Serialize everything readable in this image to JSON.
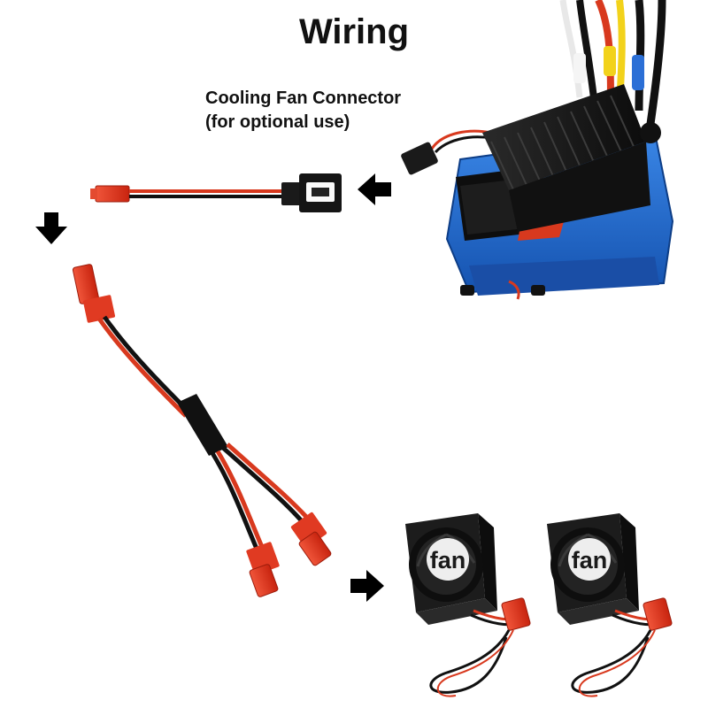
{
  "title": "Wiring",
  "caption": {
    "line1": "Cooling Fan Connector",
    "line2": "(for optional use)"
  },
  "fans": [
    {
      "label": "fan"
    },
    {
      "label": "fan"
    }
  ],
  "colors": {
    "esc_body": "#1f6fd1",
    "heatsink": "#1a1a1a",
    "connector_red": "#e0301e",
    "wire_red": "#d8391e",
    "wire_black": "#111111",
    "arrow": "#000000"
  },
  "icons": {
    "arrow_left": "arrow-left-icon",
    "arrow_down": "arrow-down-icon",
    "arrow_right": "arrow-right-icon"
  }
}
